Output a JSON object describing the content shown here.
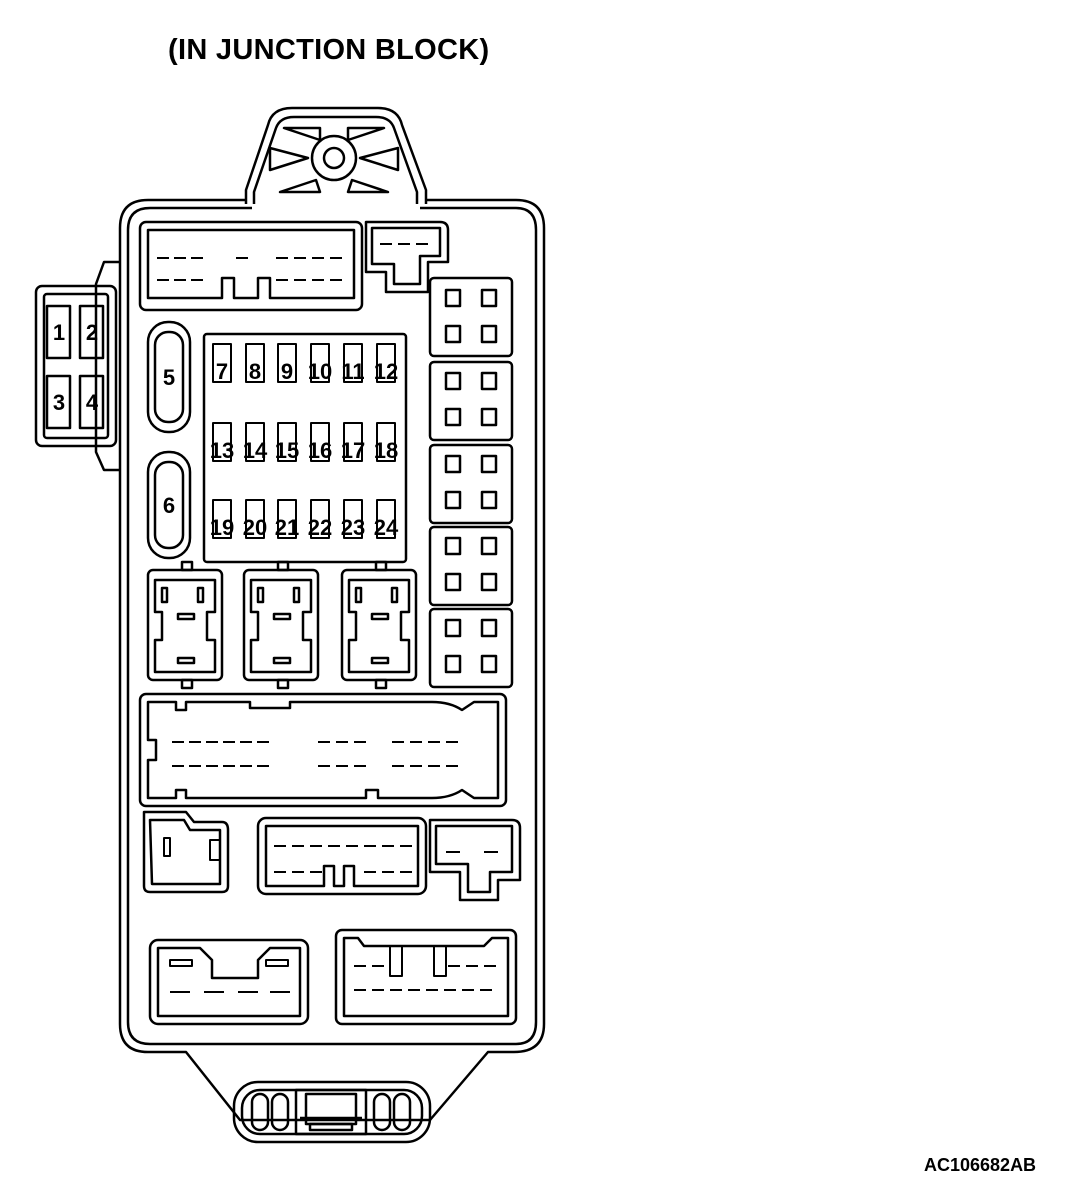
{
  "title": "(IN JUNCTION BLOCK)",
  "reference_code": "AC106682AB",
  "relay_box_labels": [
    "1",
    "2",
    "3",
    "4"
  ],
  "large_fuse_labels": [
    "5",
    "6"
  ],
  "fuse_rows": [
    [
      "7",
      "8",
      "9",
      "10",
      "11",
      "12"
    ],
    [
      "13",
      "14",
      "15",
      "16",
      "17",
      "18"
    ],
    [
      "19",
      "20",
      "21",
      "22",
      "23",
      "24"
    ]
  ]
}
